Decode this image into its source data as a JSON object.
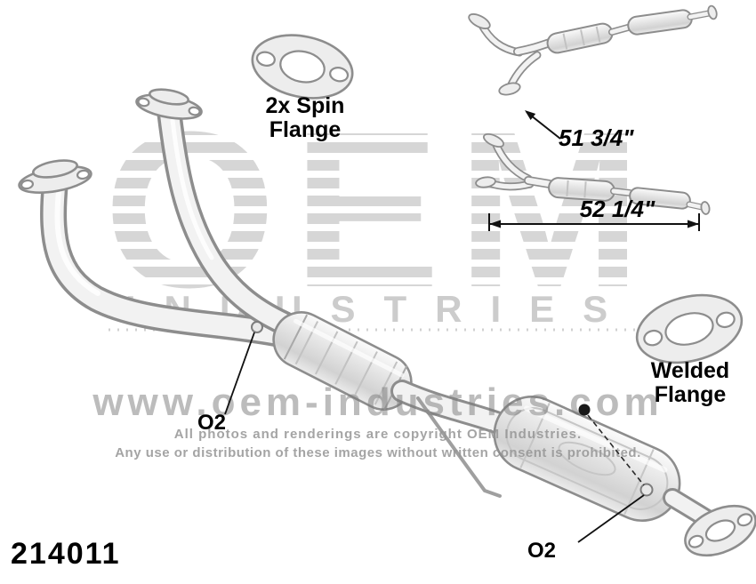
{
  "part_number": "214011",
  "annotations": {
    "spin_flange_label": "2x Spin Flange",
    "welded_flange_label": "Welded Flange",
    "o2_left": "O2",
    "o2_right": "O2",
    "dim_upper": "51 3/4\"",
    "dim_lower": "52 1/4\""
  },
  "watermark": {
    "brand": "OEM",
    "brand_sub": "INDUSTRIES",
    "url": "www.oem-industries.com",
    "copyright_line1": "All photos and renderings are copyright OEM Industries.",
    "copyright_line2": "Any use or distribution of these images without written consent is prohibited."
  },
  "colors": {
    "outline": "#8d8d8d",
    "pipe_fill": "#f2f2f2",
    "annotation": "#000000",
    "watermark": "#9a9a9a"
  }
}
